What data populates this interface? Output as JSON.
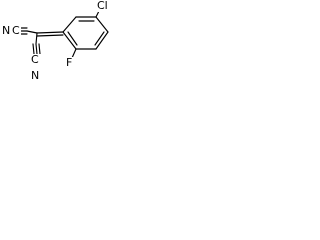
{
  "molecule": {
    "labels": {
      "nitrile_top": "N",
      "nitrile_top_c": "C",
      "nitrile_bottom": "N",
      "nitrile_bottom_c": "C",
      "chlorine": "Cl",
      "fluorine": "F"
    },
    "colors": {
      "bond": "#000000",
      "label": "#000000",
      "background": "#ffffff"
    }
  }
}
